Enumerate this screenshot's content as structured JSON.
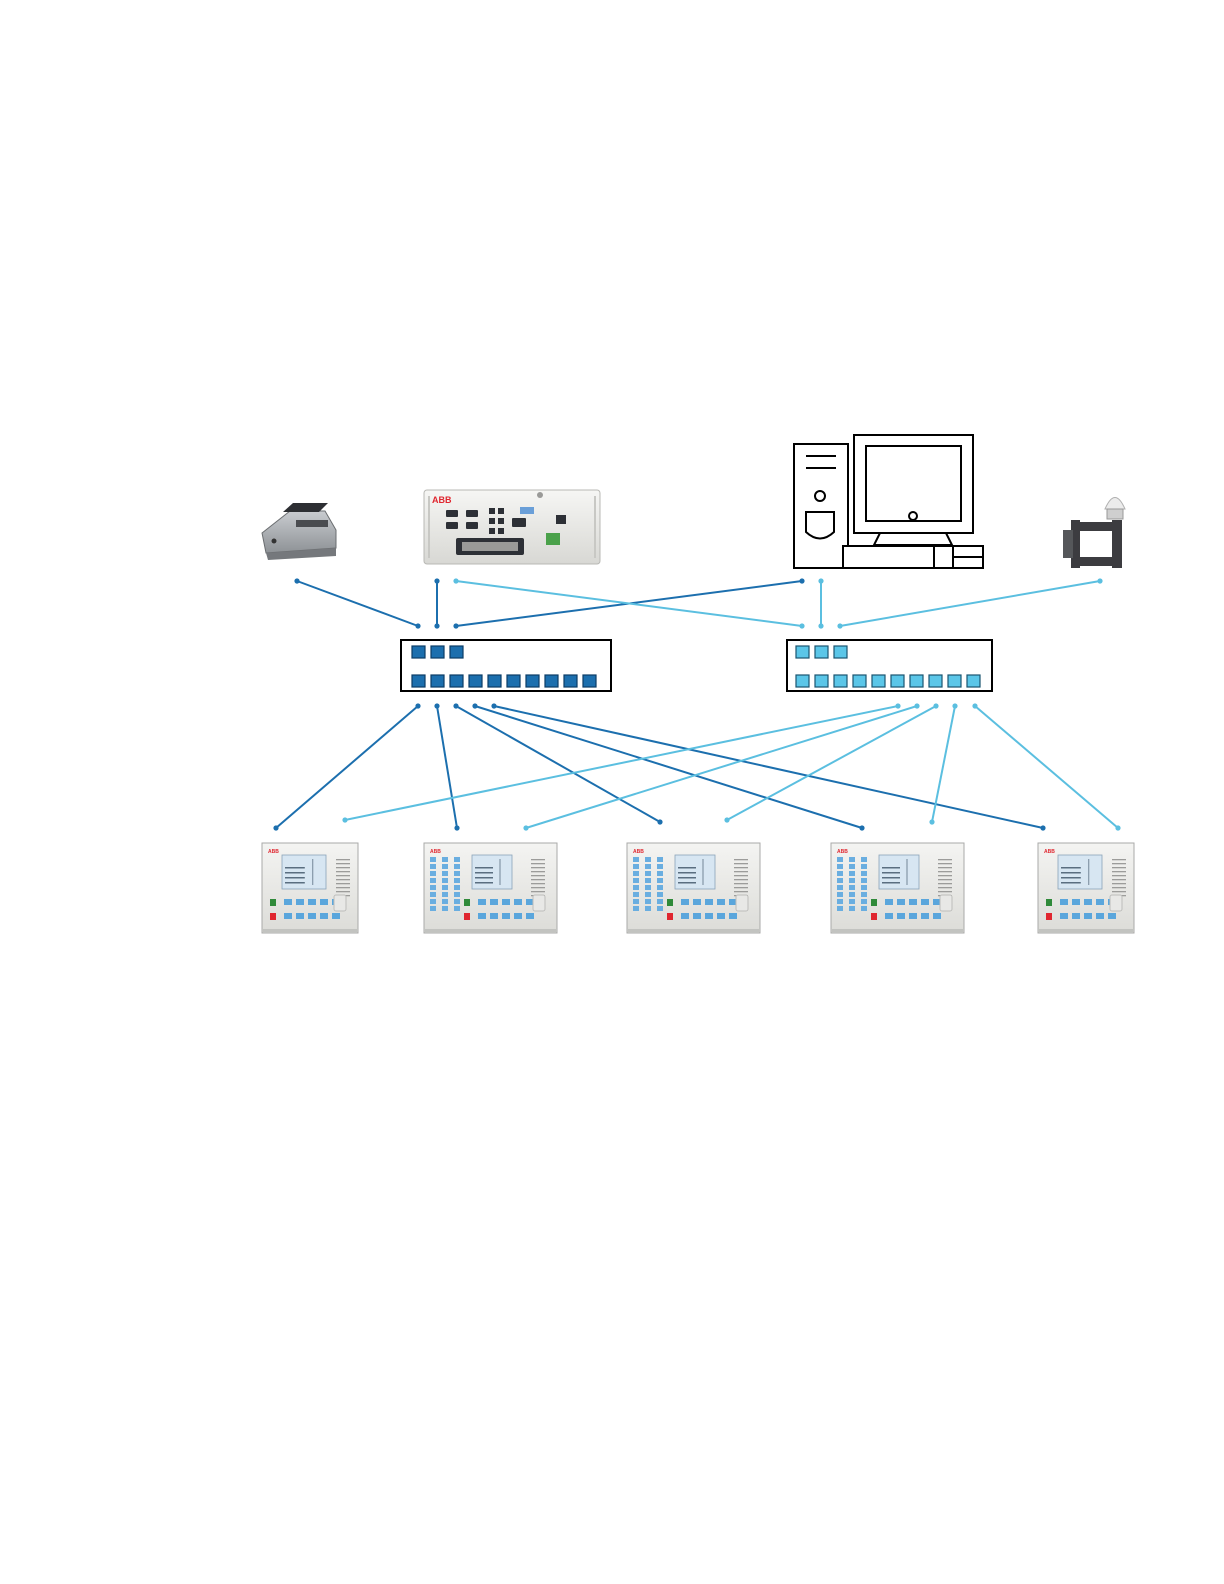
{
  "colors": {
    "network_a": "#1c6fae",
    "network_b": "#5bbfe0",
    "switch_a_port": "#1c6fae",
    "switch_b_port": "#5bc6e8",
    "outline": "#000000",
    "brand_red": "#e0262f"
  },
  "devices": {
    "printer": {
      "icon": "dot-matrix-printer-icon"
    },
    "station_computer": {
      "icon": "industrial-computer-icon",
      "brand": "ABB"
    },
    "workstation": {
      "icon": "desktop-workstation-icon"
    },
    "gps_clock": {
      "icon": "gps-antenna-icon"
    }
  },
  "switches": [
    {
      "id": "switch-a",
      "uplink_ports": 3,
      "downlink_ports": 10
    },
    {
      "id": "switch-b",
      "uplink_ports": 3,
      "downlink_ports": 10
    }
  ],
  "ieds": [
    {
      "icon": "protection-relay-icon",
      "brand": "ABB"
    },
    {
      "icon": "protection-relay-icon",
      "brand": "ABB"
    },
    {
      "icon": "protection-relay-icon",
      "brand": "ABB"
    },
    {
      "icon": "protection-relay-icon",
      "brand": "ABB"
    },
    {
      "icon": "protection-relay-icon",
      "brand": "ABB"
    }
  ],
  "connections": {
    "network_a": [
      [
        "printer",
        "switch-a"
      ],
      [
        "station_computer",
        "switch-a"
      ],
      [
        "workstation",
        "switch-a"
      ],
      [
        "switch-a",
        "ied-1"
      ],
      [
        "switch-a",
        "ied-2"
      ],
      [
        "switch-a",
        "ied-3"
      ],
      [
        "switch-a",
        "ied-4"
      ],
      [
        "switch-a",
        "ied-5"
      ]
    ],
    "network_b": [
      [
        "station_computer",
        "switch-b"
      ],
      [
        "workstation",
        "switch-b"
      ],
      [
        "gps_clock",
        "switch-b"
      ],
      [
        "switch-b",
        "ied-1"
      ],
      [
        "switch-b",
        "ied-2"
      ],
      [
        "switch-b",
        "ied-3"
      ],
      [
        "switch-b",
        "ied-4"
      ],
      [
        "switch-b",
        "ied-5"
      ]
    ]
  }
}
